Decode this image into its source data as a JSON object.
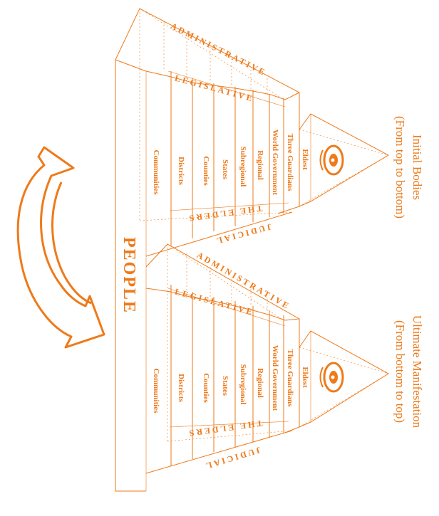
{
  "colors": {
    "ink": "#ee7a1a",
    "background": "#ffffff"
  },
  "diagram": {
    "people_label": "PEOPLE",
    "arrow_icon": "curved-arrow",
    "eye_icon": "all-seeing-eye",
    "pyramids": [
      {
        "id": "initial",
        "caption_line1": "Initial Bodies",
        "caption_line2": "(From top to bottom)",
        "administrative": "ADMINISTRATIVE",
        "legislative": "LEGISLATIVE",
        "judicial": "JUDICIAL",
        "elders": "THE ELDERS",
        "capstone": "Eldest",
        "levels": [
          "Three Guardians",
          "World Government",
          "Regional",
          "Subregional",
          "States",
          "Counties",
          "Districts",
          "Communities"
        ]
      },
      {
        "id": "ultimate",
        "caption_line1": "Ultimate Manifestation",
        "caption_line2": "(From bottom to top)",
        "administrative": "ADMINISTRATIVE",
        "legislative": "LEGISLATIVE",
        "judicial": "JUDICIAL",
        "elders": "THE ELDERS",
        "capstone": "Eldest",
        "levels": [
          "Three Guardians",
          "World Government",
          "Regional",
          "Subregional",
          "States",
          "Counties",
          "Districts",
          "Communities"
        ]
      }
    ]
  }
}
